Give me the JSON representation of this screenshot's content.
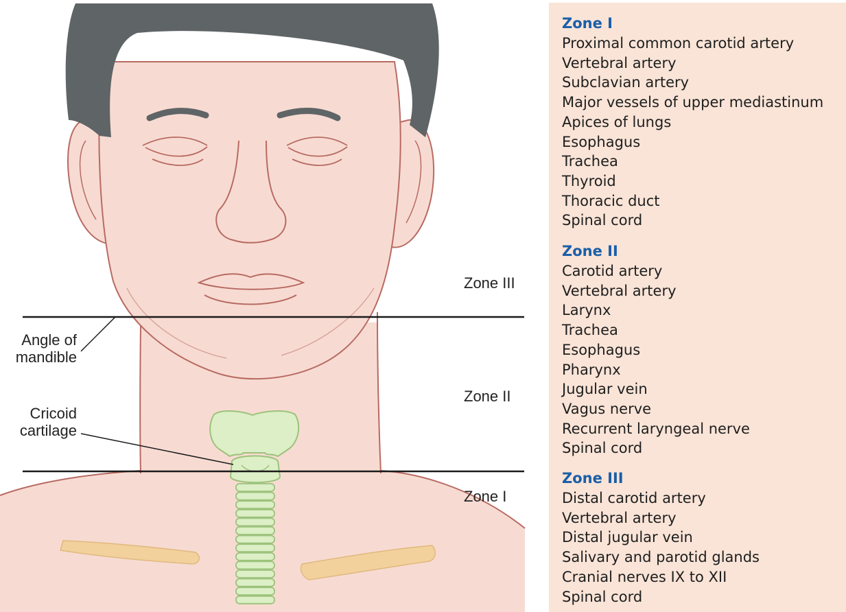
{
  "figure": {
    "zone_labels": {
      "zone3": "Zone III",
      "zone2": "Zone II",
      "zone1": "Zone I"
    },
    "callouts": {
      "angle_line1": "Angle of",
      "angle_line2": "mandible",
      "cricoid_line1": "Cricoid",
      "cricoid_line2": "cartilage"
    },
    "colors": {
      "skin": "#f7dbd2",
      "skin_outline": "#b86a62",
      "hair": "#5f6466",
      "cartilage_fill": "#dcefc6",
      "cartilage_outline": "#9cc27c",
      "clavicle": "#f3d19d",
      "boundary_line": "#1a1a1a"
    }
  },
  "panel": {
    "background": "#f9e4d7",
    "heading_color": "#1b5fa8",
    "zones": [
      {
        "title": "Zone I",
        "items": [
          "Proximal common carotid artery",
          "Vertebral artery",
          "Subclavian artery",
          "Major vessels of upper mediastinum",
          "Apices of lungs",
          "Esophagus",
          "Trachea",
          "Thyroid",
          "Thoracic duct",
          "Spinal cord"
        ]
      },
      {
        "title": "Zone II",
        "items": [
          "Carotid artery",
          "Vertebral artery",
          "Larynx",
          "Trachea",
          "Esophagus",
          "Pharynx",
          "Jugular vein",
          "Vagus nerve",
          "Recurrent laryngeal nerve",
          "Spinal cord"
        ]
      },
      {
        "title": "Zone III",
        "items": [
          "Distal carotid artery",
          "Vertebral artery",
          "Distal jugular vein",
          "Salivary and parotid glands",
          "Cranial nerves IX to XII",
          "Spinal cord"
        ]
      }
    ]
  }
}
